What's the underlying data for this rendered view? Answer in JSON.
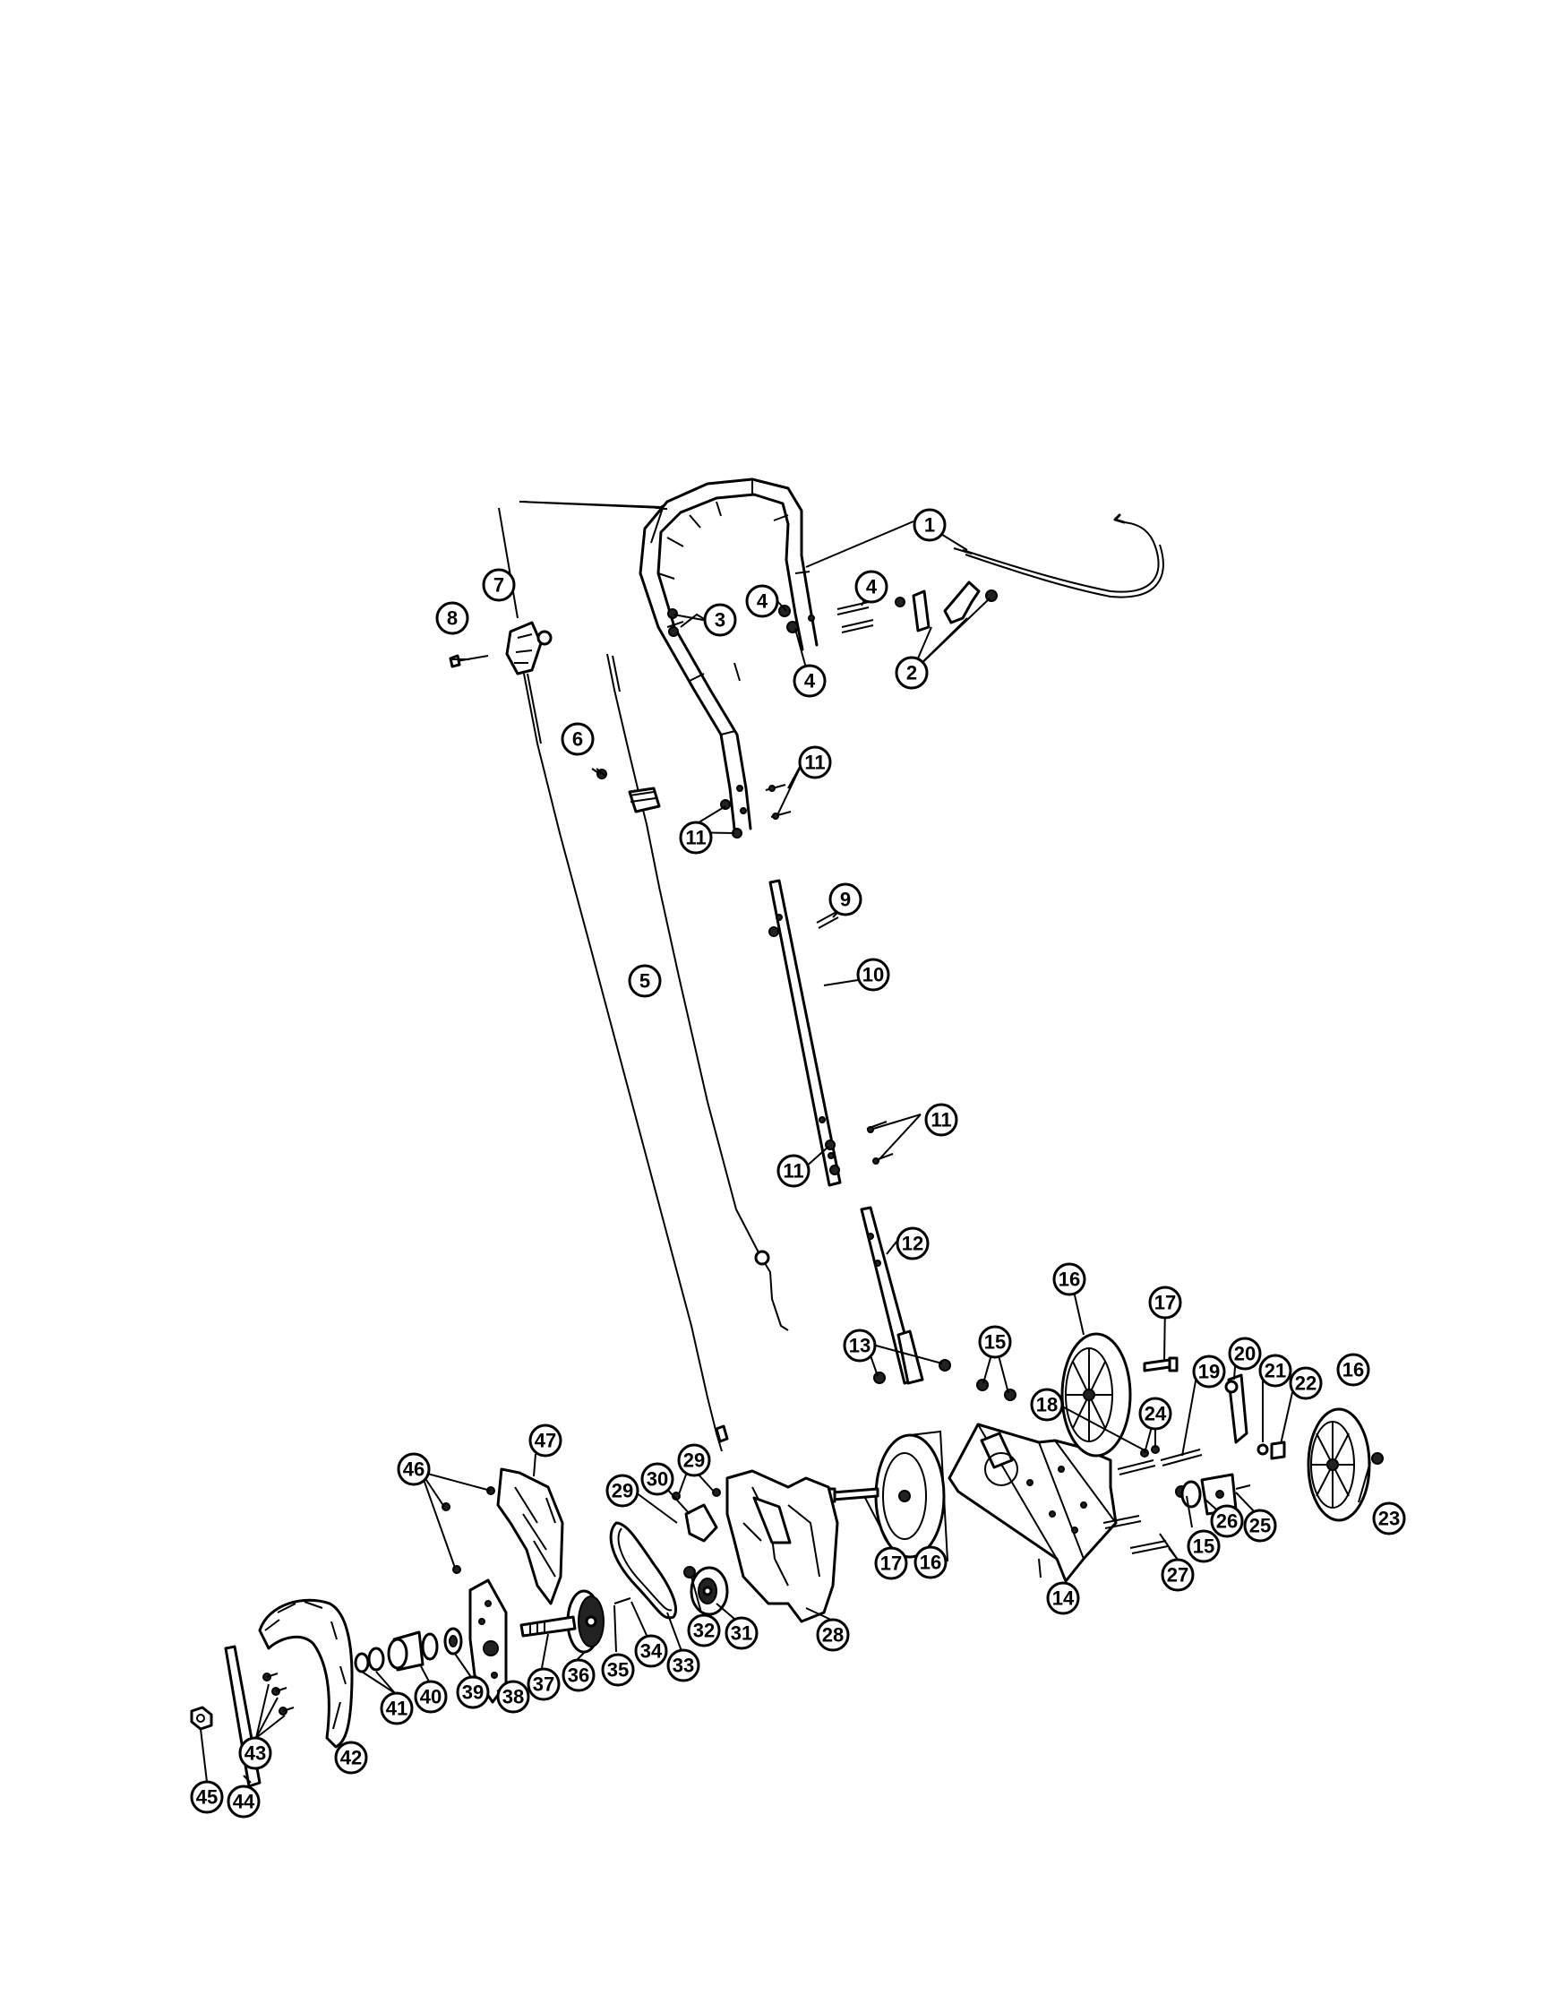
{
  "diagram": {
    "callouts": [
      {
        "id": "c1",
        "label": "1"
      },
      {
        "id": "c2",
        "label": "2"
      },
      {
        "id": "c3",
        "label": "3"
      },
      {
        "id": "c4a",
        "label": "4"
      },
      {
        "id": "c4b",
        "label": "4"
      },
      {
        "id": "c4c",
        "label": "4"
      },
      {
        "id": "c5",
        "label": "5"
      },
      {
        "id": "c6",
        "label": "6"
      },
      {
        "id": "c7",
        "label": "7"
      },
      {
        "id": "c8",
        "label": "8"
      },
      {
        "id": "c9",
        "label": "9"
      },
      {
        "id": "c10",
        "label": "10"
      },
      {
        "id": "c11a",
        "label": "11"
      },
      {
        "id": "c11b",
        "label": "11"
      },
      {
        "id": "c11c",
        "label": "11"
      },
      {
        "id": "c11d",
        "label": "11"
      },
      {
        "id": "c12",
        "label": "12"
      },
      {
        "id": "c13",
        "label": "13"
      },
      {
        "id": "c14",
        "label": "14"
      },
      {
        "id": "c15a",
        "label": "15"
      },
      {
        "id": "c15b",
        "label": "15"
      },
      {
        "id": "c16a",
        "label": "16"
      },
      {
        "id": "c16b",
        "label": "16"
      },
      {
        "id": "c16c",
        "label": "16"
      },
      {
        "id": "c17a",
        "label": "17"
      },
      {
        "id": "c17b",
        "label": "17"
      },
      {
        "id": "c18",
        "label": "18"
      },
      {
        "id": "c19",
        "label": "19"
      },
      {
        "id": "c20",
        "label": "20"
      },
      {
        "id": "c21",
        "label": "21"
      },
      {
        "id": "c22",
        "label": "22"
      },
      {
        "id": "c23",
        "label": "23"
      },
      {
        "id": "c24",
        "label": "24"
      },
      {
        "id": "c25",
        "label": "25"
      },
      {
        "id": "c26",
        "label": "26"
      },
      {
        "id": "c27",
        "label": "27"
      },
      {
        "id": "c28",
        "label": "28"
      },
      {
        "id": "c29a",
        "label": "29"
      },
      {
        "id": "c29b",
        "label": "29"
      },
      {
        "id": "c30",
        "label": "30"
      },
      {
        "id": "c31",
        "label": "31"
      },
      {
        "id": "c32",
        "label": "32"
      },
      {
        "id": "c33",
        "label": "33"
      },
      {
        "id": "c34",
        "label": "34"
      },
      {
        "id": "c35",
        "label": "35"
      },
      {
        "id": "c36",
        "label": "36"
      },
      {
        "id": "c37",
        "label": "37"
      },
      {
        "id": "c38",
        "label": "38"
      },
      {
        "id": "c39",
        "label": "39"
      },
      {
        "id": "c40",
        "label": "40"
      },
      {
        "id": "c41",
        "label": "41"
      },
      {
        "id": "c42",
        "label": "42"
      },
      {
        "id": "c43",
        "label": "43"
      },
      {
        "id": "c44",
        "label": "44"
      },
      {
        "id": "c45",
        "label": "45"
      },
      {
        "id": "c46",
        "label": "46"
      },
      {
        "id": "c47",
        "label": "47"
      }
    ]
  }
}
